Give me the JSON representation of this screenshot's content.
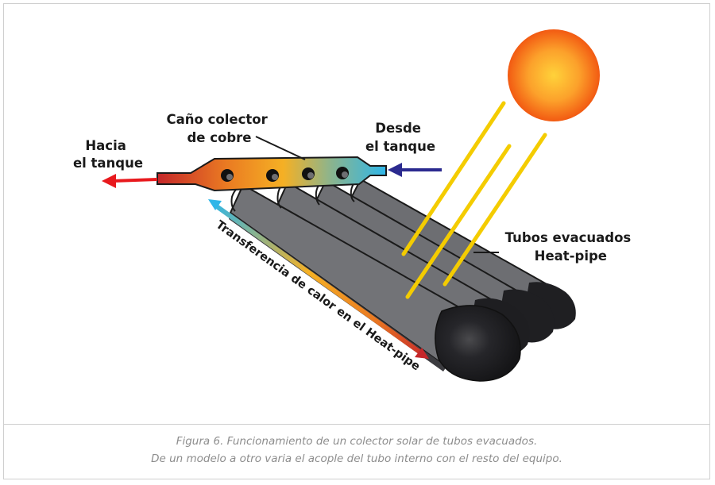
{
  "labels": {
    "to_tank": [
      "Hacia",
      "el tanque"
    ],
    "collector": [
      "Caño colector",
      "de cobre"
    ],
    "from_tank": [
      "Desde",
      "el tanque"
    ],
    "tubes": [
      "Tubos evacuados",
      "Heat-pipe"
    ],
    "transfer": "Transferencia de calor en el Heat-pipe"
  },
  "caption": {
    "line1": "Figura 6. Funcionamiento de un colector solar de tubos evacuados.",
    "line2": "De un modelo a otro varia el acople del tubo interno con el resto del equipo."
  },
  "colors": {
    "sun_outer": "#f25a12",
    "sun_inner": "#ffd23a",
    "hot_arrow": "#e8191d",
    "cold_arrow": "#2b2a8f",
    "sun_rays": "#f4cc00",
    "tube_body": "#6e6f73",
    "tube_end": "#1d1d1f",
    "gradient_hot": "#c5272a",
    "gradient_mid": "#f5a623",
    "gradient_cold": "#2fb6e8"
  }
}
